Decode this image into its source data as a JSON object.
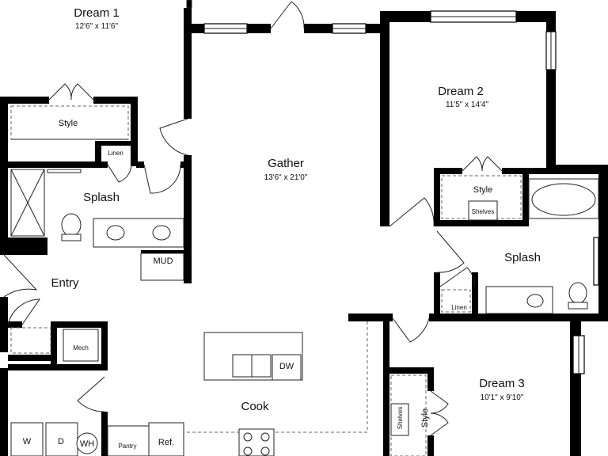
{
  "rooms": {
    "dream1": {
      "name": "Dream 1",
      "dim": "12'6\" x 11'6\""
    },
    "gather": {
      "name": "Gather",
      "dim": "13'6\" x 21'0\""
    },
    "dream2": {
      "name": "Dream 2",
      "dim": "11'5\" x 14'4\""
    },
    "dream3": {
      "name": "Dream 3",
      "dim": "10'1\" x 9'10\""
    },
    "splash1": {
      "name": "Splash"
    },
    "splash2": {
      "name": "Splash"
    },
    "entry": {
      "name": "Entry"
    },
    "cook": {
      "name": "Cook"
    }
  },
  "labels": {
    "style1": "Style",
    "style2": "Style",
    "style3": "Style",
    "linen1": "Linen",
    "linen2": "Linen",
    "mud": "MUD",
    "mech": "Mech",
    "shelves1": "Shelves",
    "shelves2": "Shelves",
    "dw": "DW",
    "washer": "W",
    "dryer": "D",
    "water_heater": "WH",
    "pantry": "Pantry",
    "ref": "Ref."
  }
}
